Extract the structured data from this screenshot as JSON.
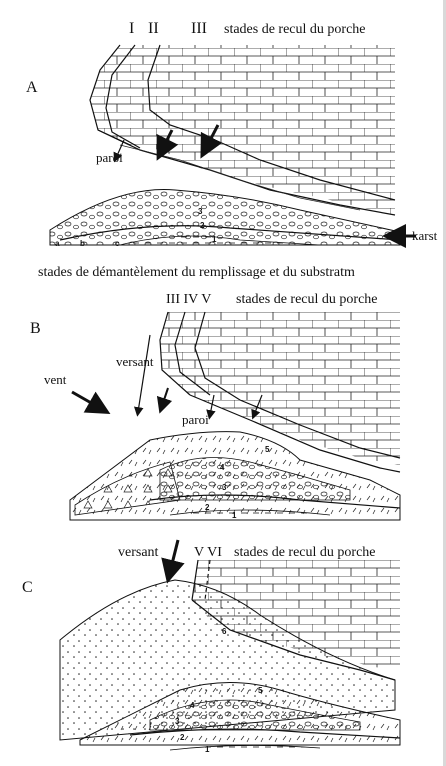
{
  "panelA": {
    "letter": "A",
    "stage_I": "I",
    "stage_II": "II",
    "stage_III": "III",
    "title": "stades de recul du porche",
    "paroi": "paroi",
    "karst": "karst",
    "layer1": "1",
    "layer2": "2",
    "layer3": "3",
    "sub_a": "a",
    "sub_b": "b",
    "sub_c": "c",
    "caption": "stades de démantèlement du remplissage et du substratm"
  },
  "panelB": {
    "letter": "B",
    "stages": "III IV V",
    "title": "stades de recul du porche",
    "versant": "versant",
    "vent": "vent",
    "paroi": "paroi",
    "layer1": "1",
    "layer2": "2",
    "layer3": "3",
    "layer4": "4",
    "layer5": "5"
  },
  "panelC": {
    "letter": "C",
    "versant": "versant",
    "stages": "V VI",
    "title": "stades de recul du porche",
    "layer1": "1",
    "layer2": "2",
    "layer3": "3",
    "layer4": "4",
    "layer5": "5",
    "layer6": "6"
  }
}
